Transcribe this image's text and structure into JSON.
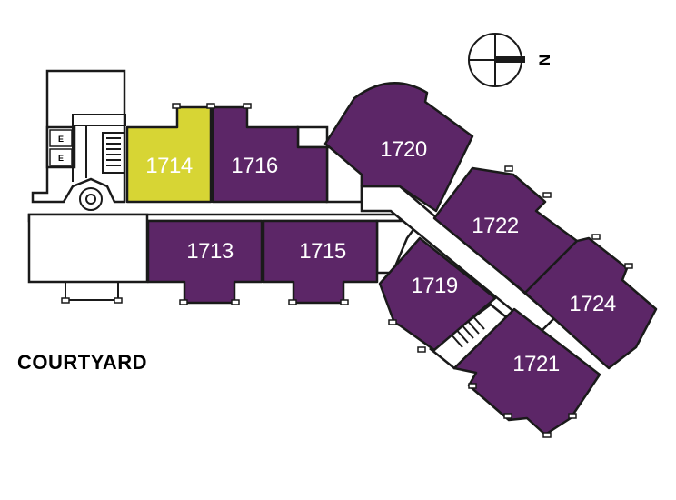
{
  "colors": {
    "unit_default": "#5c2667",
    "unit_highlight": "#d7d534",
    "label_on_dark": "#ffffff",
    "label_on_highlight": "#ffffff",
    "line": "#1a1a1a"
  },
  "units": [
    {
      "id": "1714",
      "label": "1714",
      "highlighted": true
    },
    {
      "id": "1716",
      "label": "1716",
      "highlighted": false
    },
    {
      "id": "1720",
      "label": "1720",
      "highlighted": false
    },
    {
      "id": "1722",
      "label": "1722",
      "highlighted": false
    },
    {
      "id": "1724",
      "label": "1724",
      "highlighted": false
    },
    {
      "id": "1713",
      "label": "1713",
      "highlighted": false
    },
    {
      "id": "1715",
      "label": "1715",
      "highlighted": false
    },
    {
      "id": "1719",
      "label": "1719",
      "highlighted": false
    },
    {
      "id": "1721",
      "label": "1721",
      "highlighted": false
    }
  ],
  "elevator_labels": [
    "E",
    "E"
  ],
  "courtyard_label": "COURTYARD",
  "compass": {
    "north_label": "N",
    "icon": "compass-icon"
  }
}
